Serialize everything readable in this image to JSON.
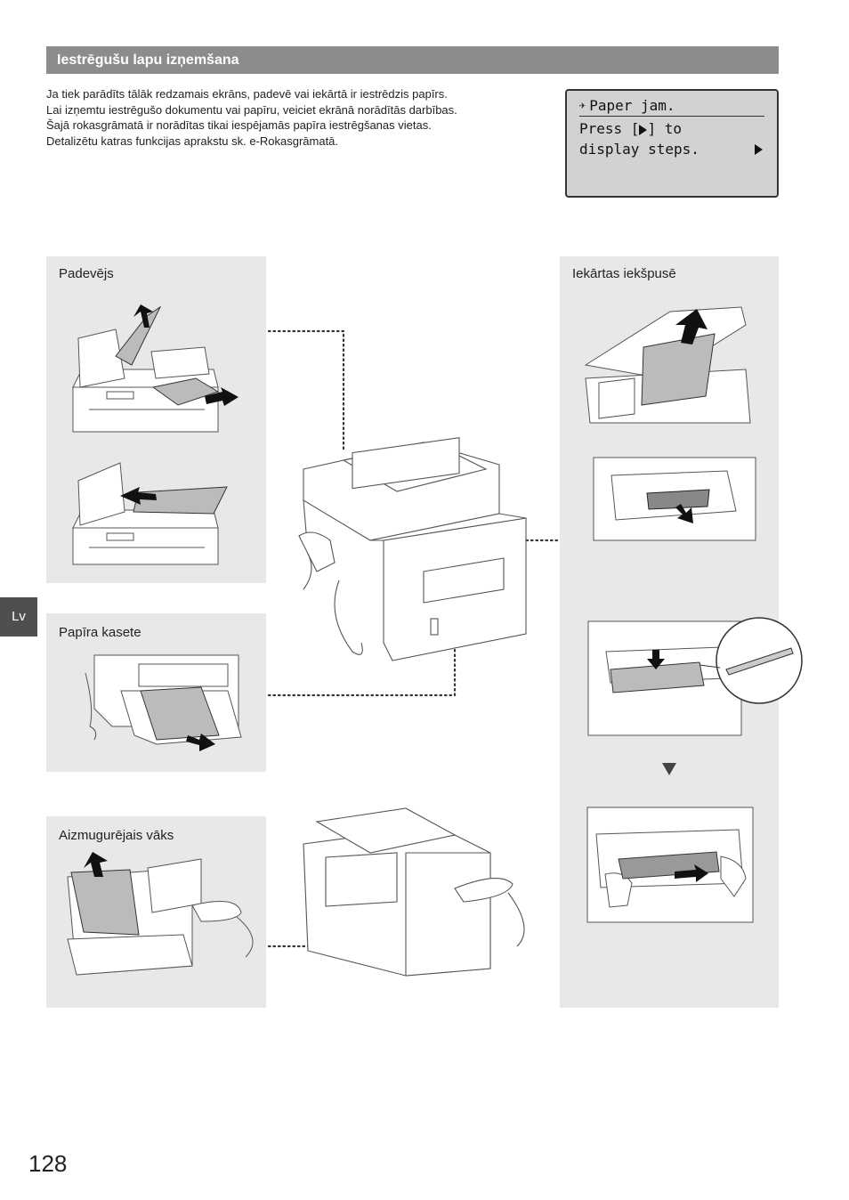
{
  "header": {
    "section_title": "Iestrēgušu lapu izņemšana"
  },
  "intro_lines": [
    "Ja tiek parādīts tālāk redzamais ekrāns, padevē vai iekārtā ir iestrēdzis papīrs.",
    "Lai izņemtu iestrēgušo dokumentu vai papīru, veiciet ekrānā norādītās darbības.",
    "Šajā rokasgrāmatā ir norādītas tikai iespējamās papīra iestrēgšanas vietas.",
    "Detalizētu katras funkcijas aprakstu sk. e-Rokasgrāmatā."
  ],
  "lcd": {
    "line1": "Paper jam.",
    "line2a": "Press [",
    "line2b": "] to",
    "line3": "display steps.",
    "icon": "paper-jam-icon"
  },
  "panels": {
    "feeder": "Padevējs",
    "cassette": "Papīra kasete",
    "rear_cover": "Aizmugurējais vāks",
    "inside": "Iekārtas iekšpusē"
  },
  "side_tab": "Lv",
  "page_number": "128",
  "colors": {
    "section_bar": "#8c8c8c",
    "panel_bg": "#e8e8e8",
    "lcd_bg": "#d2d2d2",
    "tab_bg": "#4f4f4f"
  }
}
